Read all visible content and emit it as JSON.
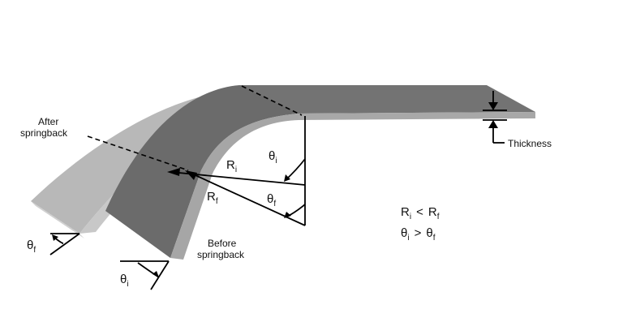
{
  "labels": {
    "after_springback_line1": "After",
    "after_springback_line2": "springback",
    "before_springback_line1": "Before",
    "before_springback_line2": "springback",
    "thickness": "Thickness"
  },
  "symbols": {
    "theta": "θ",
    "radius": "R",
    "sub_initial": "i",
    "sub_final": "f",
    "less_than": "<",
    "greater_than": ">"
  },
  "colors": {
    "sheet_top": "#707070",
    "sheet_edge": "#a9a9a9",
    "sheet_after": "#b5b5b5",
    "sheet_before": "#6a6a6a",
    "line": "#000000"
  }
}
